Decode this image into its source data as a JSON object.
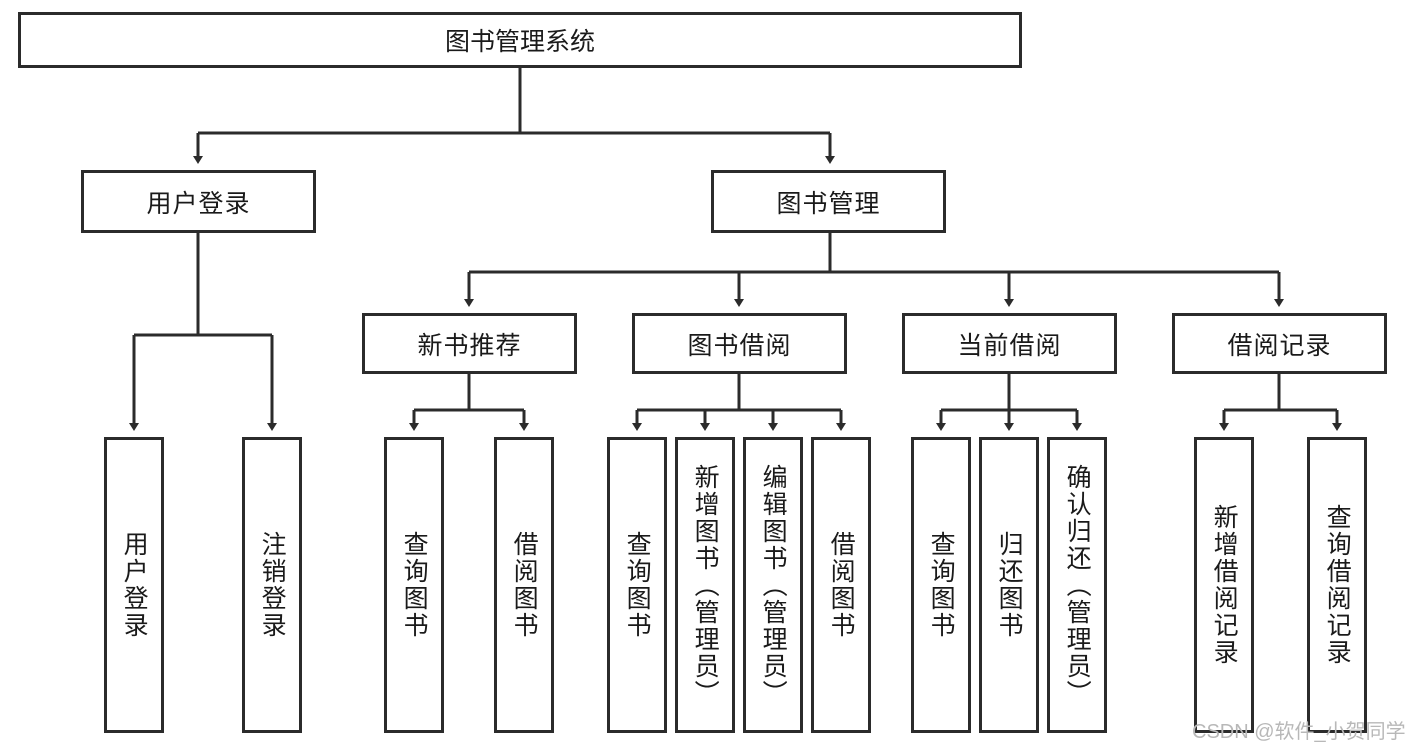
{
  "diagram": {
    "title": "图书管理系统",
    "type": "hierarchy-tree",
    "root": {
      "label": "图书管理系统"
    },
    "level1": [
      {
        "label": "用户登录"
      },
      {
        "label": "图书管理"
      }
    ],
    "level2": [
      {
        "label": "新书推荐"
      },
      {
        "label": "图书借阅"
      },
      {
        "label": "当前借阅"
      },
      {
        "label": "借阅记录"
      }
    ],
    "leaves": {
      "user_login": [
        {
          "label": "用户登录"
        },
        {
          "label": "注销登录"
        }
      ],
      "new_book_recommend": [
        {
          "label": "查询图书"
        },
        {
          "label": "借阅图书"
        }
      ],
      "book_borrow": [
        {
          "label": "查询图书"
        },
        {
          "label": "新增图书（管理员）"
        },
        {
          "label": "编辑图书（管理员）"
        },
        {
          "label": "借阅图书"
        }
      ],
      "current_borrow": [
        {
          "label": "查询图书"
        },
        {
          "label": "归还图书"
        },
        {
          "label": "确认归还（管理员）"
        }
      ],
      "borrow_record": [
        {
          "label": "新增借阅记录"
        },
        {
          "label": "查询借阅记录"
        }
      ]
    }
  },
  "watermark": {
    "text": "CSDN @软件_小贺同学"
  },
  "colors": {
    "stroke": "#2b2b2b",
    "text": "#1a1a1a",
    "background": "#ffffff",
    "watermark": "#b8b8b8"
  }
}
